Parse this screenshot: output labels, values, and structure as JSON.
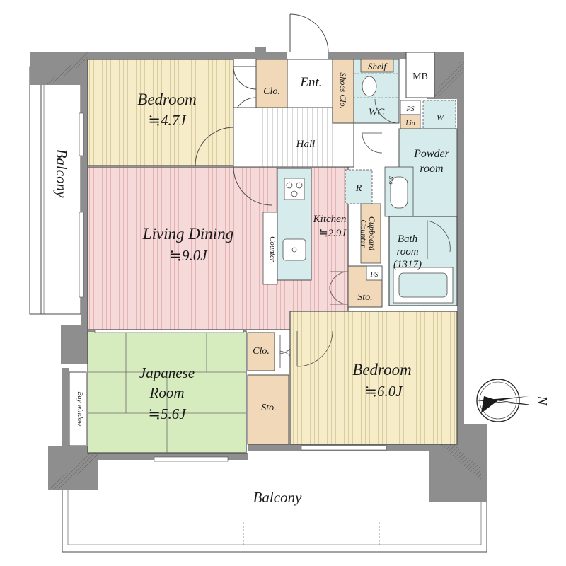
{
  "colors": {
    "wall": "#8e8e8e",
    "bedroom_floor": "#f6ecc8",
    "living_floor": "#f6d9d9",
    "wet_area": "#d6ecec",
    "closet": "#f0d8b8",
    "tatami": "#d7ecbe",
    "hall_floor": "#ffffff",
    "line": "#4a4a4a"
  },
  "rooms": {
    "bedroom_nw": {
      "name": "Bedroom",
      "size": "≒4.7J"
    },
    "living": {
      "name": "Living Dining",
      "size": "≒9.0J"
    },
    "kitchen": {
      "name": "Kitchen",
      "size": "≒2.9J"
    },
    "japanese": {
      "name_line1": "Japanese",
      "name_line2": "Room",
      "size": "≒5.6J"
    },
    "bedroom_se": {
      "name": "Bedroom",
      "size": "≒6.0J"
    },
    "bath": {
      "name_line1": "Bath",
      "name_line2": "room",
      "size": "(1317)"
    },
    "powder": {
      "name_line1": "Powder",
      "name_line2": "room"
    }
  },
  "labels": {
    "entrance": "Ent.",
    "shoes_closet": "Shoes Clo.",
    "shelf": "Shelf",
    "mb": "MB",
    "wc": "WC",
    "ps_top": "PS",
    "ps_mid": "PS",
    "lin": "Lin",
    "w": "W",
    "hall": "Hall",
    "clo_nw": "Clo.",
    "clo_s": "Clo.",
    "sto_kitchen": "Sto.",
    "sto_japanese": "Sto.",
    "sto_powder": "Sto.",
    "refrigerator": "R",
    "counter": "Counter",
    "cupboard_line1": "Cupboard",
    "cupboard_line2": "Counter",
    "balcony_west": "Balcony",
    "balcony_south": "Balcony",
    "bay_window": "Bay window",
    "north": "N"
  }
}
